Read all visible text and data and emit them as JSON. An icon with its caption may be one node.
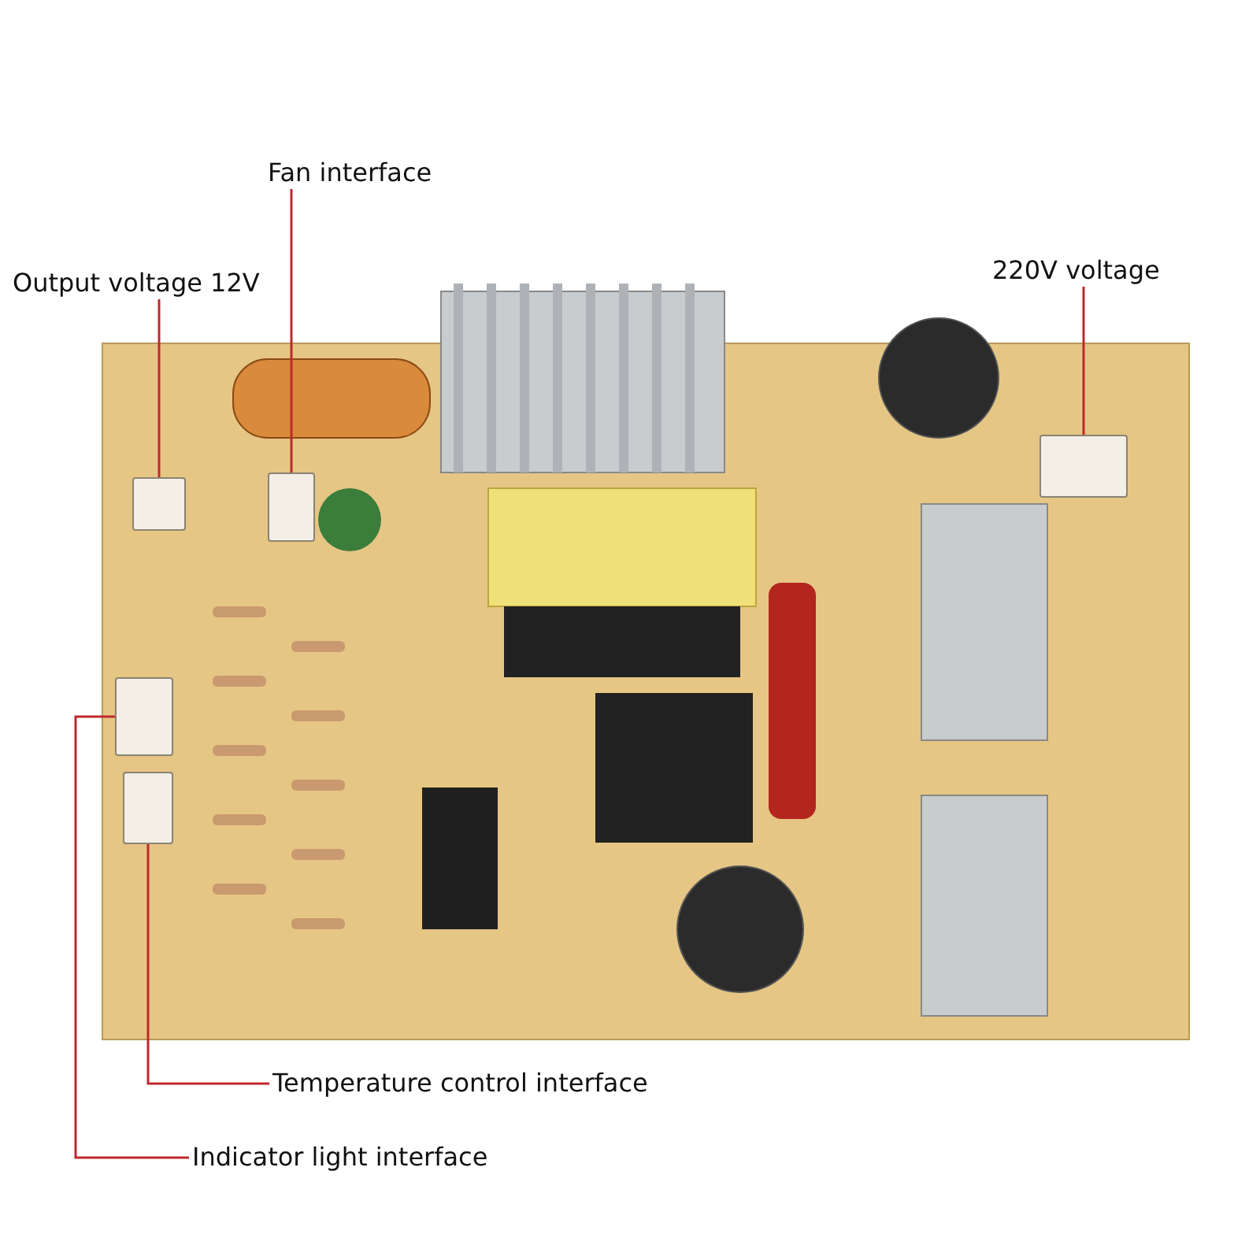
{
  "diagram": {
    "nodes": [
      {
        "text": [
          "Fan interface"
        ]
      },
      {
        "text": [
          "Output voltage 12V"
        ]
      },
      {
        "text": [
          "220V voltage"
        ]
      },
      {
        "text": [
          "Temperature control interface"
        ]
      },
      {
        "text": [
          "Indicator light interface"
        ]
      },
      {
        "text": [],
        "shape": "box"
      },
      {
        "text": [],
        "shape": "box"
      },
      {
        "text": [],
        "shape": "box"
      },
      {
        "text": [],
        "shape": "box"
      },
      {
        "text": [],
        "shape": "box"
      }
    ],
    "edges": [
      {
        "from": 0,
        "to": 6,
        "arrow": "none"
      },
      {
        "from": 1,
        "to": 5,
        "arrow": "none"
      },
      {
        "from": 2,
        "to": 7,
        "arrow": "none"
      },
      {
        "from": 3,
        "to": 9,
        "arrow": "none"
      },
      {
        "from": 4,
        "to": 8,
        "arrow": "none"
      }
    ]
  }
}
